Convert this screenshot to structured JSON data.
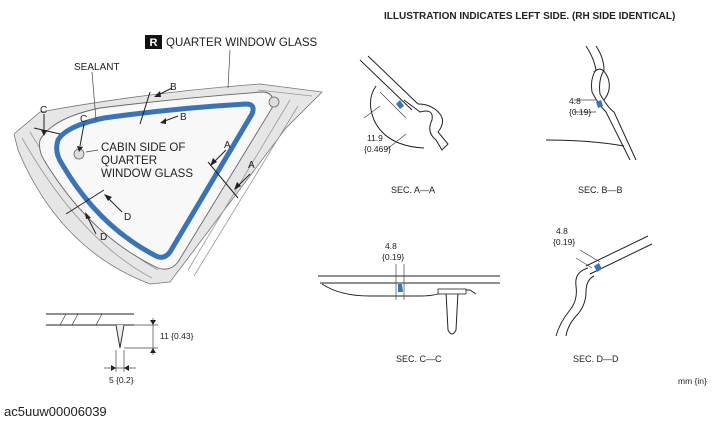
{
  "header": {
    "note": "ILLUSTRATION INDICATES LEFT SIDE. (RH SIDE IDENTICAL)"
  },
  "main_view": {
    "badge": "R",
    "part_label": "QUARTER WINDOW GLASS",
    "sealant_label": "SEALANT",
    "cabin_side_lines": [
      "CABIN SIDE OF",
      "QUARTER",
      "WINDOW GLASS"
    ],
    "section_marks": {
      "a": "A",
      "b": "B",
      "c": "C",
      "d": "D"
    }
  },
  "bead_detail": {
    "height_label": "11 {0.43}",
    "width_label": "5 {0.2}"
  },
  "sections": {
    "aa": {
      "caption": "SEC. A—A",
      "dim_lines": [
        "11.9",
        "{0.469}"
      ]
    },
    "bb": {
      "caption": "SEC. B—B",
      "dim_lines": [
        "4.8",
        "{0.19}"
      ]
    },
    "cc": {
      "caption": "SEC. C—C",
      "dim_lines": [
        "4.8",
        "{0.19}"
      ]
    },
    "dd": {
      "caption": "SEC. D—D",
      "dim_lines": [
        "4.8",
        "{0.19}"
      ]
    }
  },
  "units_note": "mm {in}",
  "figure_id": "ac5uuw00006039"
}
